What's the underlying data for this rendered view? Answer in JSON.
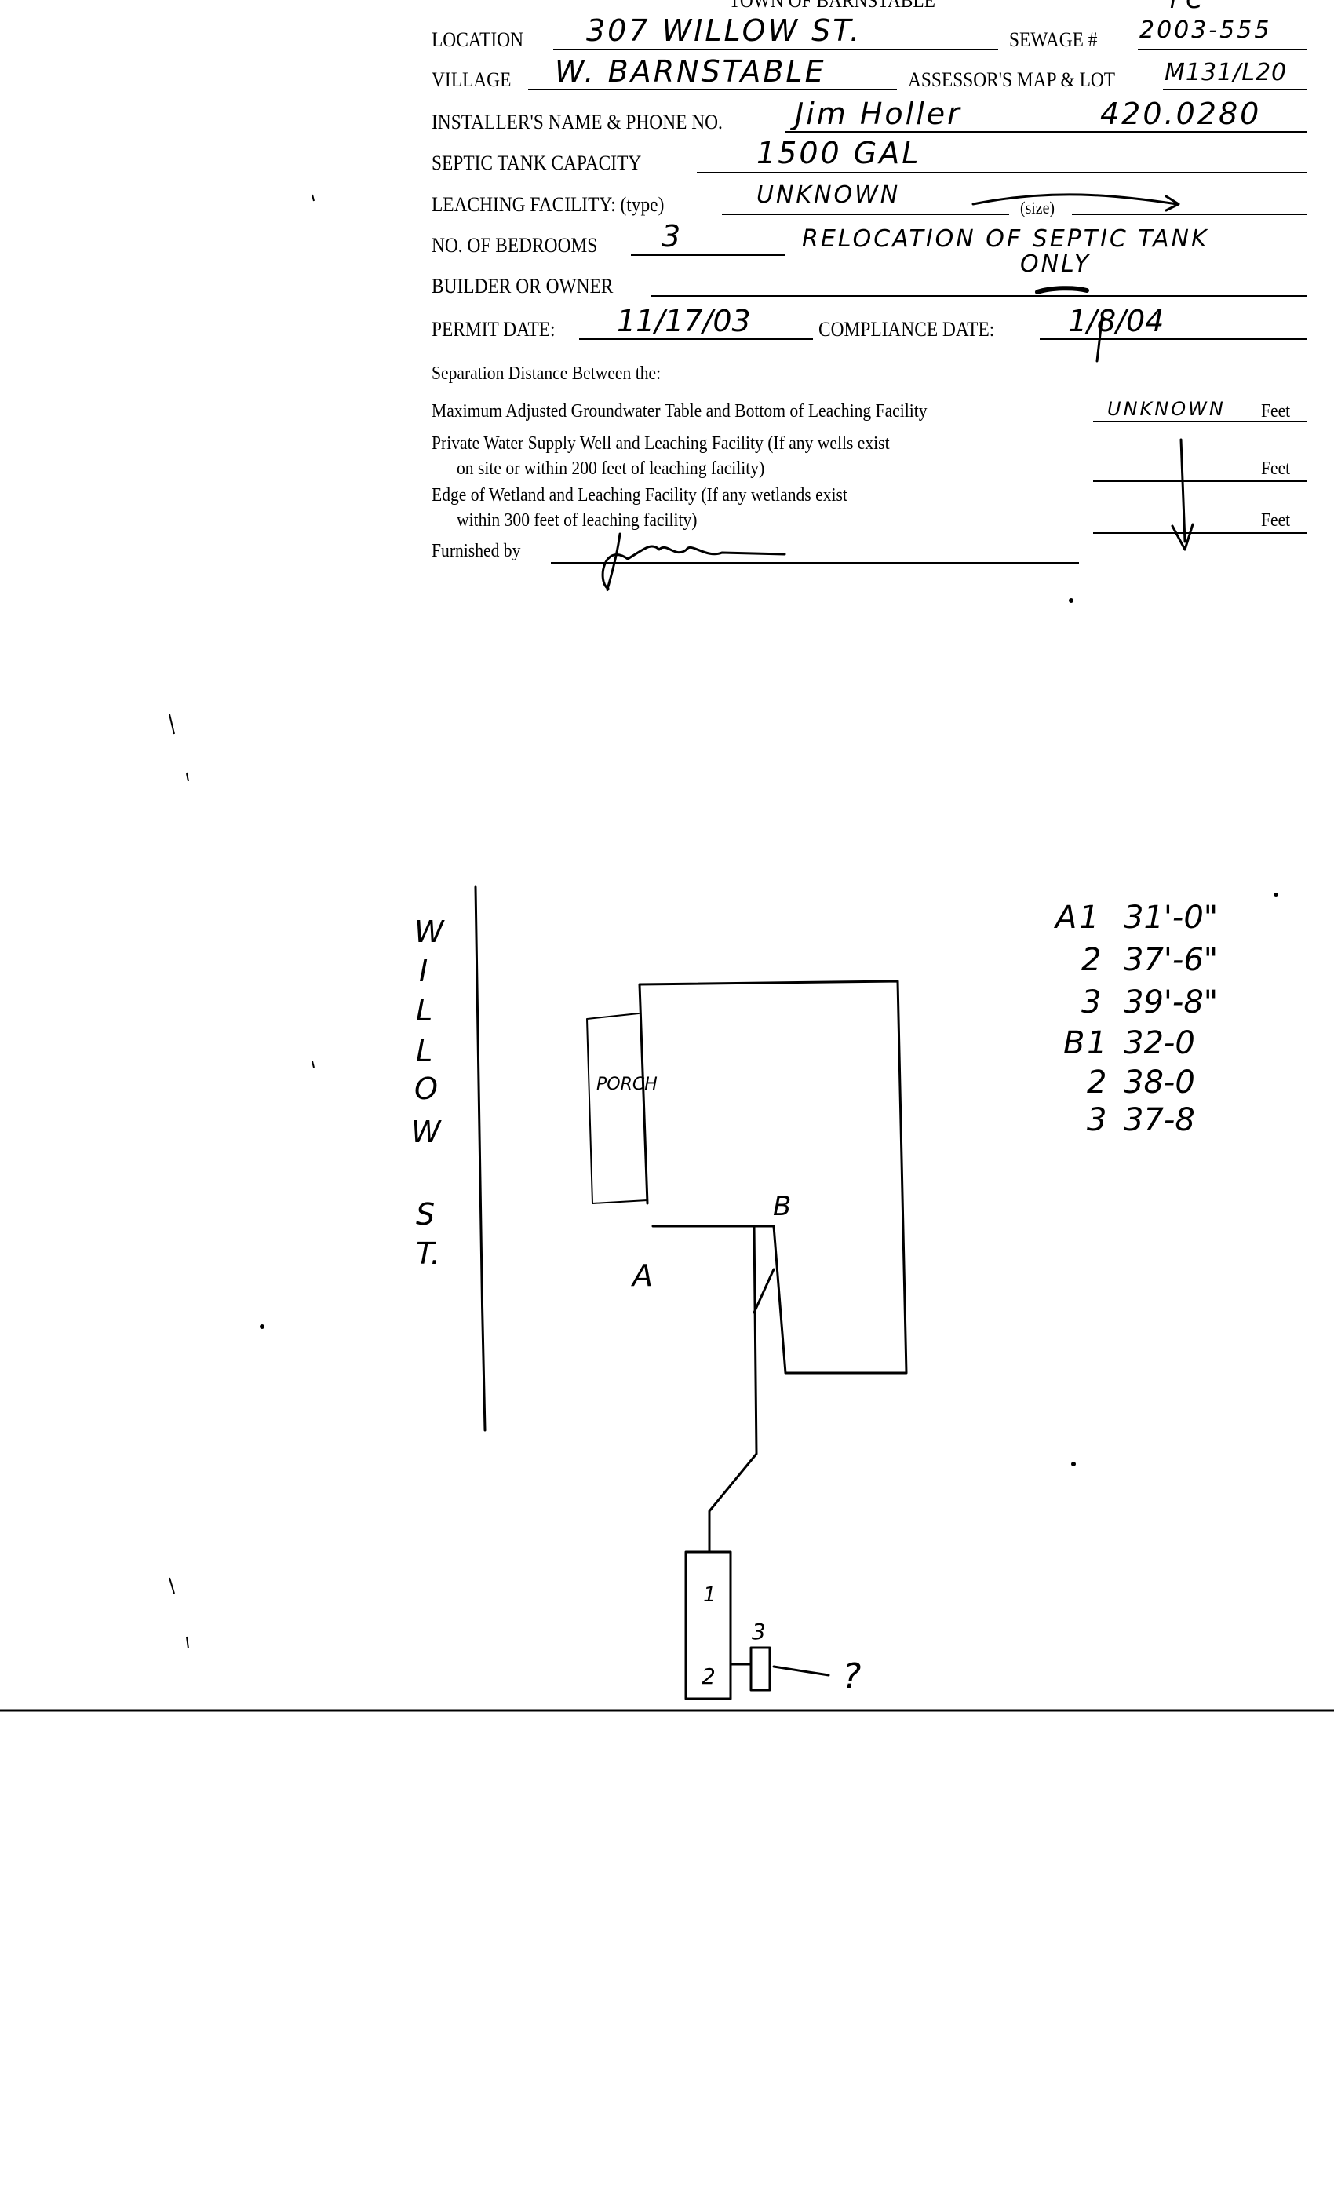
{
  "form": {
    "title": "TOWN OF BARNSTABLE",
    "corner_mark": "FC",
    "location_label": "LOCATION",
    "location_value": "307 WILLOW ST.",
    "sewage_label": "SEWAGE #",
    "sewage_value": "2003-555",
    "village_label": "VILLAGE",
    "village_value": "W. BARNSTABLE",
    "map_lot_label": "ASSESSOR'S MAP & LOT",
    "map_lot_value": "M131/L20",
    "installer_label": "INSTALLER'S NAME & PHONE NO.",
    "installer_name": "Jim Holler",
    "installer_phone": "420.0280",
    "capacity_label": "SEPTIC TANK CAPACITY",
    "capacity_value": "1500 GAL",
    "leaching_label": "LEACHING FACILITY: (type)",
    "leaching_value": "UNKNOWN",
    "size_label": "(size)",
    "bedrooms_label": "NO. OF BEDROOMS",
    "bedrooms_value": "3",
    "note_line1": "RELOCATION OF SEPTIC TANK",
    "note_line2": "ONLY",
    "builder_label": "BUILDER OR OWNER",
    "permit_label": "PERMIT DATE:",
    "permit_value": "11/17/03",
    "compliance_label": "COMPLIANCE DATE:",
    "compliance_value": "1/8/04",
    "separation_heading": "Separation Distance Between the:",
    "groundwater_label": "Maximum Adjusted Groundwater Table and Bottom of Leaching Facility",
    "groundwater_value": "UNKNOWN",
    "well_label_1": "Private Water Supply Well and Leaching Facility  (If any wells exist",
    "well_label_2": "on site or within 200 feet of leaching facility)",
    "wetland_label_1": "Edge of Wetland and Leaching Facility (If any wetlands exist",
    "wetland_label_2": "within 300 feet of leaching facility)",
    "feet": "Feet",
    "furnished_label": "Furnished by",
    "signature": "J. Holler"
  },
  "sketch": {
    "street_letters": [
      "W",
      "I",
      "L",
      "L",
      "O",
      "W",
      "S",
      "T."
    ],
    "porch_label": "PORCH",
    "point_a": "A",
    "point_b": "B",
    "tank_1": "1",
    "tank_2": "2",
    "box_3": "3",
    "unknown": "?",
    "measurements": [
      {
        "point": "A",
        "num": "1",
        "dist": "31'-0\""
      },
      {
        "point": "",
        "num": "2",
        "dist": "37'-6\""
      },
      {
        "point": "",
        "num": "3",
        "dist": "39'-8\""
      },
      {
        "point": "B",
        "num": "1",
        "dist": "32-0"
      },
      {
        "point": "",
        "num": "2",
        "dist": "38-0"
      },
      {
        "point": "",
        "num": "3",
        "dist": "37-8"
      }
    ]
  }
}
